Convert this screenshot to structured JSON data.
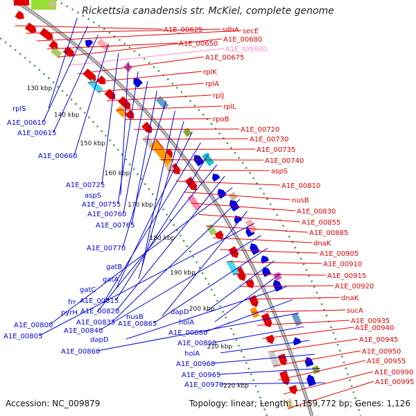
{
  "title": "Rickettsia canadensis str. McKiel, complete genome",
  "footer": {
    "accession": "Accession: NC_009879",
    "topology": "Topology: linear; Length: 1,159,772 bp; Genes: 1,126"
  },
  "kbp_labels": [
    "130 kbp",
    "140 kbp",
    "150 kbp",
    "160 kbp",
    "170 kbp",
    "180 kbp",
    "190 kbp",
    "200 kbp",
    "210 kbp",
    "220 kbp"
  ],
  "right_labels": [
    {
      "text": "A1E_00625",
      "color": "#e00000"
    },
    {
      "text": "sdhA",
      "color": "#e00000"
    },
    {
      "text": "secE",
      "color": "#e00000"
    },
    {
      "text": "A1E_00650",
      "color": "#e00000"
    },
    {
      "text": "A1E_00680",
      "color": "#e00000"
    },
    {
      "text": "A1E_t05690",
      "color": "#ff88cc"
    },
    {
      "text": "A1E_00675",
      "color": "#e00000"
    },
    {
      "text": "rplK",
      "color": "#e00000"
    },
    {
      "text": "rplA",
      "color": "#e00000"
    },
    {
      "text": "rplJ",
      "color": "#e00000"
    },
    {
      "text": "rplL",
      "color": "#e00000"
    },
    {
      "text": "rpoB",
      "color": "#e00000"
    },
    {
      "text": "A1E_00720",
      "color": "#e00000"
    },
    {
      "text": "A1E_00730",
      "color": "#e00000"
    },
    {
      "text": "A1E_00735",
      "color": "#e00000"
    },
    {
      "text": "A1E_00740",
      "color": "#e00000"
    },
    {
      "text": "aspS",
      "color": "#e00000"
    },
    {
      "text": "A1E_00810",
      "color": "#e00000"
    },
    {
      "text": "nusB",
      "color": "#e00000"
    },
    {
      "text": "A1E_00830",
      "color": "#e00000"
    },
    {
      "text": "A1E_00855",
      "color": "#e00000"
    },
    {
      "text": "A1E_00885",
      "color": "#e00000"
    },
    {
      "text": "dnaK",
      "color": "#e00000"
    },
    {
      "text": "A1E_00905",
      "color": "#e00000"
    },
    {
      "text": "A1E_00910",
      "color": "#e00000"
    },
    {
      "text": "A1E_00915",
      "color": "#e00000"
    },
    {
      "text": "A1E_00920",
      "color": "#e00000"
    },
    {
      "text": "dnaK",
      "color": "#e00000"
    },
    {
      "text": "sucA",
      "color": "#e00000"
    },
    {
      "text": "A1E_00935",
      "color": "#e00000"
    },
    {
      "text": "A1E_00940",
      "color": "#e00000"
    },
    {
      "text": "A1E_00945",
      "color": "#e00000"
    },
    {
      "text": "A1E_00950",
      "color": "#e00000"
    },
    {
      "text": "A1E_00955",
      "color": "#e00000"
    },
    {
      "text": "A1E_00990",
      "color": "#e00000"
    },
    {
      "text": "A1E_00995",
      "color": "#e00000"
    }
  ],
  "left_labels": [
    {
      "text": "rplS"
    },
    {
      "text": "A1E_00610"
    },
    {
      "text": "A1E_00615"
    },
    {
      "text": "A1E_00660"
    },
    {
      "text": "A1E_00725"
    },
    {
      "text": "aspS"
    },
    {
      "text": "A1E_00755"
    },
    {
      "text": "A1E_00760"
    },
    {
      "text": "A1E_00765"
    },
    {
      "text": "A1E_00770"
    },
    {
      "text": "gatB"
    },
    {
      "text": "gatA"
    },
    {
      "text": "gatC"
    },
    {
      "text": "frr"
    },
    {
      "text": "A1E_00815"
    },
    {
      "text": "pyrH"
    },
    {
      "text": "A1E_00820"
    },
    {
      "text": "A1E_00800"
    },
    {
      "text": "A1E_00835"
    },
    {
      "text": "nusB"
    },
    {
      "text": "A1E_00805"
    },
    {
      "text": "A1E_00840"
    },
    {
      "text": "A1E_00865"
    },
    {
      "text": "dapD"
    },
    {
      "text": "holA"
    },
    {
      "text": "dapD"
    },
    {
      "text": "A1E_00880"
    },
    {
      "text": "A1E_00860"
    },
    {
      "text": "A1E_00890"
    },
    {
      "text": "holA"
    },
    {
      "text": "A1E_00960"
    },
    {
      "text": "A1E_00965"
    },
    {
      "text": "A1E_00970"
    }
  ],
  "colors": {
    "forward": "#e00000",
    "reverse": "#0000dd",
    "backbone": "#888888",
    "tick": "#2a8a2a",
    "pink_label": "#ff88cc"
  }
}
